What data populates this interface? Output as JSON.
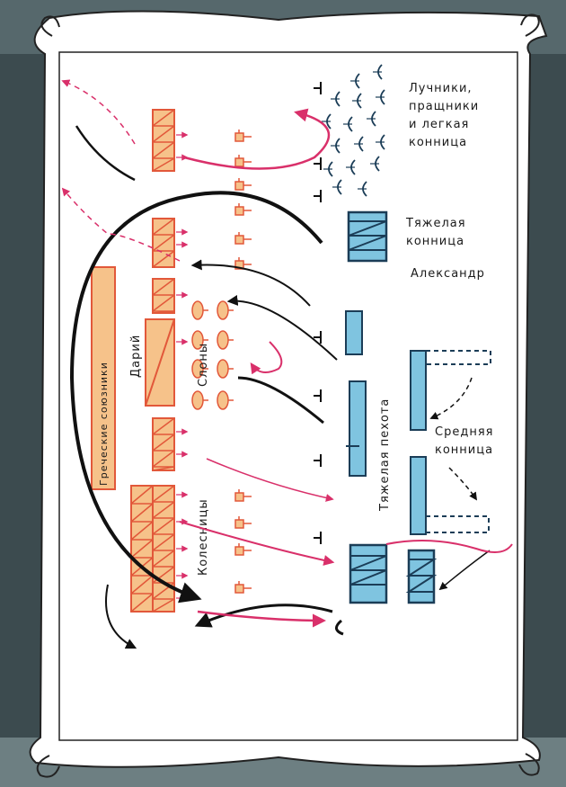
{
  "labels": {
    "archers_line1": "Лучники,",
    "archers_line2": "пращники",
    "archers_line3": "и легкая",
    "archers_line4": "конница",
    "heavy_cav_line1": "Тяжелая",
    "heavy_cav_line2": "конница",
    "alexander": "Александр",
    "heavy_infantry": "Тяжелая пехота",
    "middle_cav_line1": "Средняя",
    "middle_cav_line2": "конница",
    "greek_allies": "Греческие союзники",
    "darius": "Дарий",
    "elephants": "Слоны",
    "chariots": "Колесницы"
  },
  "colors": {
    "persian_fill": "#f6c28a",
    "persian_stroke": "#e2583a",
    "macedonian_fill": "#7fc4e0",
    "macedonian_stroke": "#1b3d57",
    "arrow_red": "#d9306a",
    "arrow_black": "#111111",
    "scroll_paper": "#ffffff",
    "background": "#3c4b4f"
  }
}
